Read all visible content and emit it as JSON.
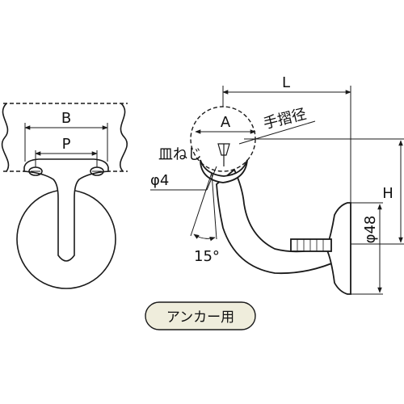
{
  "labels": {
    "B": "B",
    "P": "P",
    "A": "A",
    "L": "L",
    "H": "H",
    "rail_diameter": "手摺径",
    "screw_type": "皿ねじ",
    "screw_size": "φ4",
    "angle": "15°",
    "base_diameter": "φ48"
  },
  "badge": {
    "text": "アンカー用",
    "fill": "#efeddc"
  },
  "colors": {
    "line": "#1a1a1a",
    "fill": "#ffffff"
  }
}
